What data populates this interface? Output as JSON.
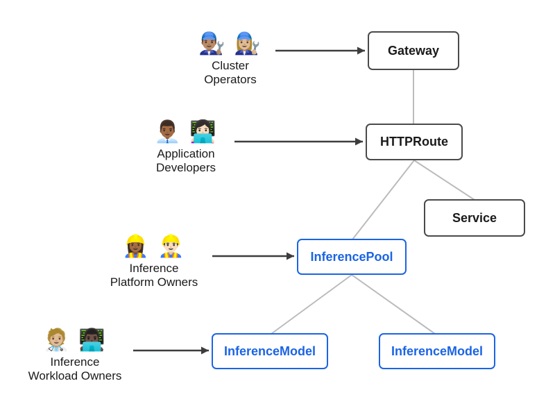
{
  "diagram": {
    "personas": [
      {
        "id": "cluster-operators",
        "emojis": "👨🏽‍🔧 👩🏼‍🔧",
        "label_line1": "Cluster",
        "label_line2": "Operators"
      },
      {
        "id": "application-developers",
        "emojis": "👨🏾‍💼 👩🏻‍💻",
        "label_line1": "Application",
        "label_line2": "Developers"
      },
      {
        "id": "inference-platform-owners",
        "emojis": "👷🏾‍♀️ 👷🏻‍♂️",
        "label_line1": "Inference",
        "label_line2": "Platform Owners"
      },
      {
        "id": "inference-workload-owners",
        "emojis": "🧑🏼‍⚕️ 👨🏿‍💻",
        "label_line1": "Inference",
        "label_line2": "Workload Owners"
      }
    ],
    "nodes": [
      {
        "id": "gateway",
        "label": "Gateway",
        "style": "gray"
      },
      {
        "id": "httproute",
        "label": "HTTPRoute",
        "style": "gray"
      },
      {
        "id": "service",
        "label": "Service",
        "style": "gray"
      },
      {
        "id": "inferencepool",
        "label": "InferencePool",
        "style": "blue"
      },
      {
        "id": "inferencemodel-left",
        "label": "InferenceModel",
        "style": "blue"
      },
      {
        "id": "inferencemodel-right",
        "label": "InferenceModel",
        "style": "blue"
      }
    ],
    "edges": [
      {
        "from": "cluster-operators",
        "to": "gateway",
        "type": "arrow"
      },
      {
        "from": "application-developers",
        "to": "httproute",
        "type": "arrow"
      },
      {
        "from": "inference-platform-owners",
        "to": "inferencepool",
        "type": "arrow"
      },
      {
        "from": "inference-workload-owners",
        "to": "inferencemodel-left",
        "type": "arrow"
      },
      {
        "from": "gateway",
        "to": "httproute",
        "type": "connector"
      },
      {
        "from": "httproute",
        "to": "inferencepool",
        "type": "connector"
      },
      {
        "from": "httproute",
        "to": "service",
        "type": "connector"
      },
      {
        "from": "inferencepool",
        "to": "inferencemodel-left",
        "type": "connector"
      },
      {
        "from": "inferencepool",
        "to": "inferencemodel-right",
        "type": "connector"
      }
    ],
    "colors": {
      "background": "#ffffff",
      "node_border_gray": "#4a4a4a",
      "node_text_dark": "#1a1a1a",
      "node_blue": "#1b64e4",
      "connector_gray": "#bbbbbb",
      "arrow_dark": "#3d3d3d"
    }
  }
}
